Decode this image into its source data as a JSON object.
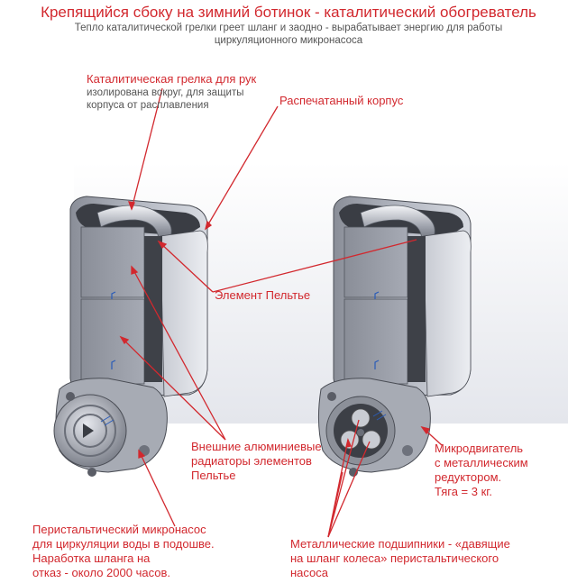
{
  "header": {
    "title": "Крепящийся сбоку на зимний ботинок - каталитический обогреватель",
    "subtitle_line1": "Тепло каталитической грелки греет шланг и заодно - вырабатывает энергию для работы",
    "subtitle_line2": "циркуляционного микронасоса"
  },
  "labels": {
    "heater_title": "Каталитическая грелка для рук",
    "heater_line1": "изолирована вокруг, для защиты",
    "heater_line2": "корпуса от расплавления",
    "housing": "Распечатанный корпус",
    "peltier": "Элемент Пельтье",
    "radiators_line1": "Внешние алюминиевые",
    "radiators_line2": "радиаторы элементов",
    "radiators_line3": "Пельтье",
    "motor_line1": "Микродвигатель",
    "motor_line2": "с металлическим",
    "motor_line3": "редуктором.",
    "motor_line4": "Тяга = 3 кг.",
    "pump_line1": "Перистальтический микронасос",
    "pump_line2": "для циркуляции воды в подошве.",
    "pump_line3": "Наработка шланга на",
    "pump_line4": "отказ - около 2000 часов.",
    "bearings_line1": "Металлические подшипники - «давящие",
    "bearings_line2": "на шланг колеса» перистальтического",
    "bearings_line3": "насоса"
  },
  "colors": {
    "accent_red": "#d2282e",
    "text_gray": "#555555",
    "metal_light": "#c8cbd2",
    "metal_dark": "#5a5d66"
  }
}
